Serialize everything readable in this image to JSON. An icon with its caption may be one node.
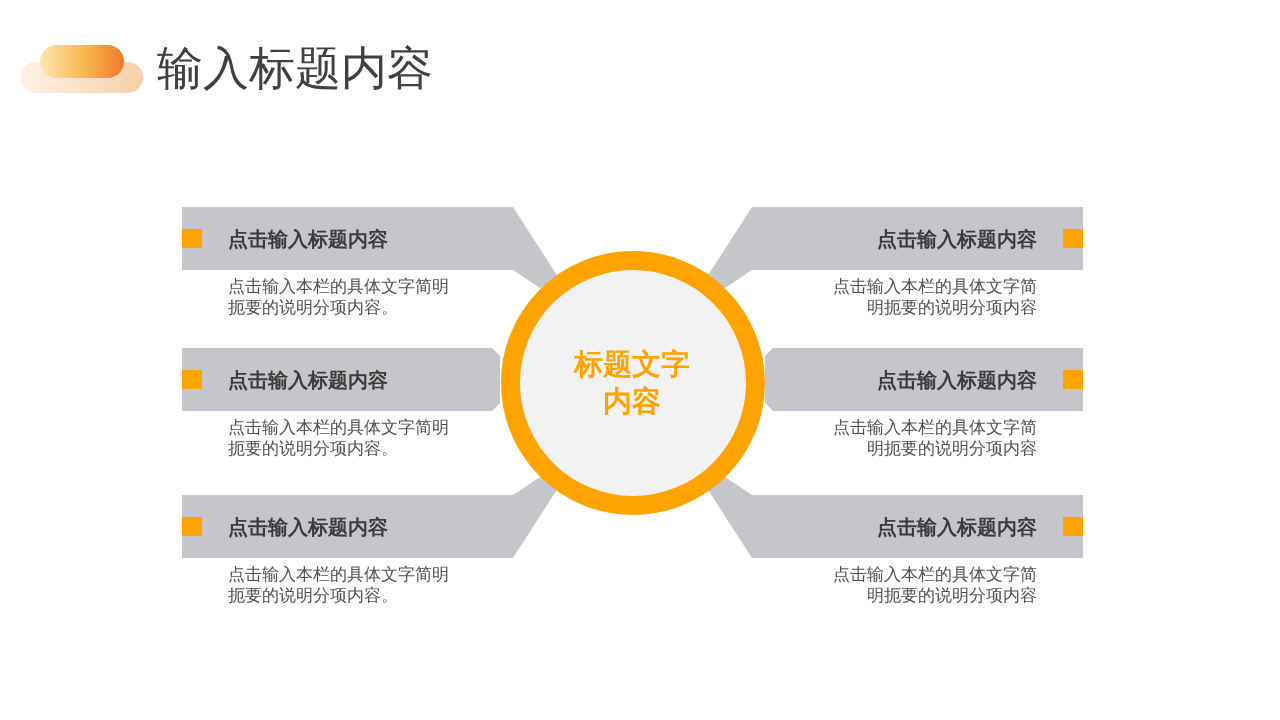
{
  "diagram": {
    "title": "输入标题内容",
    "nodes": [
      {
        "text": [
          "点击输入标题内容"
        ],
        "beside": [
          "点击输入本栏的具体文字简明扼要的说明分项内容。"
        ]
      },
      {
        "text": [
          "点击输入标题内容"
        ],
        "beside": [
          "点击输入本栏的具体文字简明扼要的说明分项内容"
        ]
      },
      {
        "text": [
          "点击输入标题内容"
        ],
        "beside": [
          "点击输入本栏的具体文字简明扼要的说明分项内容。"
        ]
      },
      {
        "text": [
          "标题文字内容"
        ]
      },
      {
        "text": [
          "点击输入标题内容"
        ],
        "beside": [
          "点击输入本栏的具体文字简明扼要的说明分项内容"
        ]
      },
      {
        "text": [
          "点击输入标题内容"
        ],
        "beside": [
          "点击输入本栏的具体文字简明扼要的说明分项内容。"
        ]
      },
      {
        "text": [
          "点击输入标题内容"
        ],
        "beside": [
          "点击输入本栏的具体文字简明扼要的说明分项内容"
        ]
      }
    ]
  }
}
